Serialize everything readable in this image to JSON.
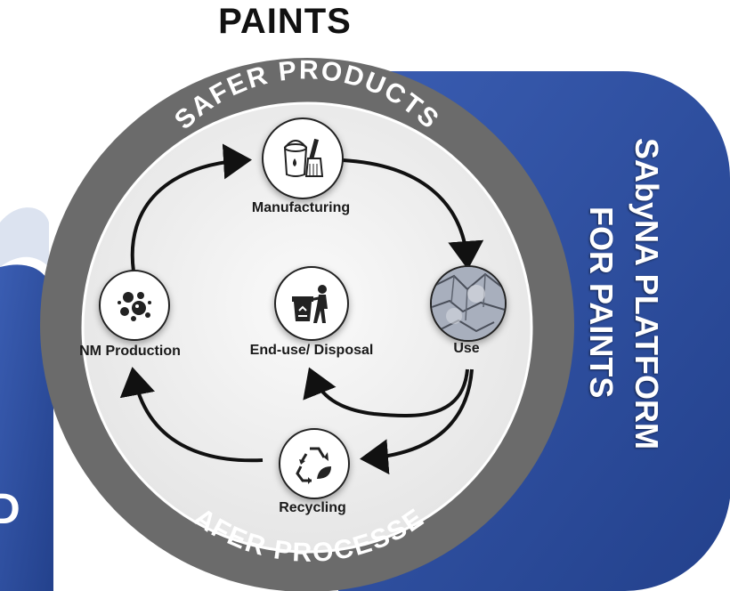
{
  "title": "PAINTS",
  "platform": {
    "line1": "SAbyNA PLATFORM",
    "line2": "FOR PAINTS"
  },
  "ring": {
    "top": "SAFER PRODUCTS",
    "bottom": "SAFER PROCESSES"
  },
  "stages": {
    "manufacturing": "Manufacturing",
    "use": "Use",
    "recycling": "Recycling",
    "nm_production": "NM Production",
    "disposal": "End-use/ Disposal"
  },
  "partial_text": "D",
  "colors": {
    "blue": "#2E4FA0",
    "ring": "#6B6B6B",
    "inner": "#F0F0F0",
    "text": "#111111"
  }
}
